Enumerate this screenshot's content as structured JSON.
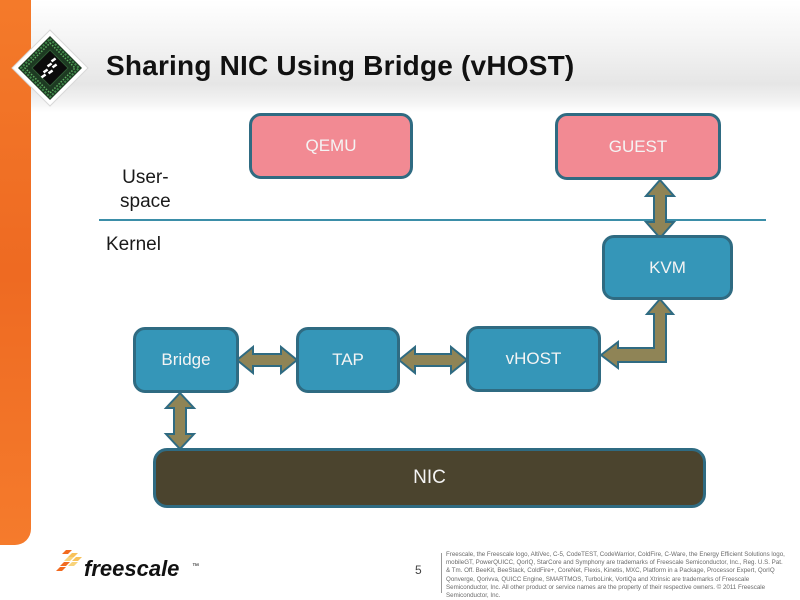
{
  "slide": {
    "title": "Sharing NIC Using Bridge (vHOST)",
    "page_number": "5"
  },
  "layers": {
    "userspace_label_line1": "User-",
    "userspace_label_line2": "space",
    "kernel_label": "Kernel"
  },
  "diagram": {
    "nodes": {
      "qemu": "QEMU",
      "guest": "GUEST",
      "kvm": "KVM",
      "bridge": "Bridge",
      "tap": "TAP",
      "vhost": "vHOST",
      "nic": "NIC"
    },
    "edges": [
      {
        "from": "guest",
        "to": "kvm",
        "type": "bidirectional"
      },
      {
        "from": "kvm",
        "to": "vhost",
        "type": "bidirectional-elbow"
      },
      {
        "from": "bridge",
        "to": "tap",
        "type": "bidirectional"
      },
      {
        "from": "tap",
        "to": "vhost",
        "type": "bidirectional"
      },
      {
        "from": "bridge",
        "to": "nic",
        "type": "bidirectional"
      }
    ],
    "colors": {
      "userspace_box": "#f28a93",
      "kernel_box": "#3596b8",
      "hardware_box": "#4b442e",
      "box_border": "#2f6b82",
      "arrow_fill": "#8f8456",
      "divider": "#3b8ea8",
      "accent_orange": "#f47a2a"
    }
  },
  "footer": {
    "brand": "freescale",
    "trademark": "™",
    "legal_text": "Freescale, the Freescale logo, AltiVec, C-5, CodeTEST, CodeWarrior, ColdFire, C-Ware, the Energy Efficient Solutions logo, mobileGT, PowerQUICC, QorIQ, StarCore and Symphony are trademarks of Freescale Semiconductor, Inc., Reg. U.S. Pat. & Tm. Off. BeeKit, BeeStack, ColdFire+, CoreNet, Flexis, Kinetis, MXC, Platform in a Package, Processor Expert, QorIQ Qonverge, Qorivva, QUICC Engine, SMARTMOS, TurboLink, VortiQa and Xtrinsic are trademarks of Freescale Semiconductor, Inc. All other product or service names are the property of their respective owners. © 2011 Freescale Semiconductor, Inc."
  }
}
